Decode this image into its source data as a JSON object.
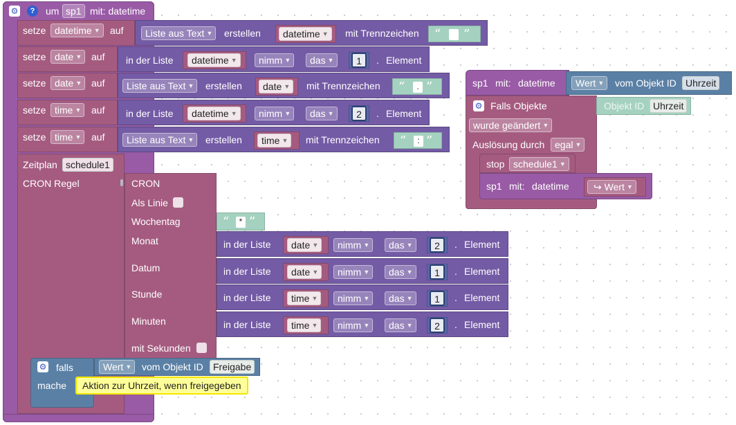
{
  "colors": {
    "procedure": "#995ba5",
    "variable": "#a55b80",
    "list": "#745ba5",
    "text": "#a5d2c0",
    "control": "#5b80a5",
    "math": "#5b67a5",
    "comment": "#ffff99"
  },
  "main_function": {
    "header_prefix": "um",
    "name": "sp1",
    "header_suffix": "mit: datetime",
    "rows": [
      {
        "setze": "setze",
        "var": "datetime",
        "auf": "auf",
        "op": "Liste aus Text",
        "erstellen": "erstellen",
        "source": "datetime",
        "trenn": "mit Trennzeichen",
        "delim": " "
      },
      {
        "setze": "setze",
        "var": "date",
        "auf": "auf",
        "in_list": "in der Liste",
        "source": "datetime",
        "nimm": "nimm",
        "das": "das",
        "index": "1",
        "element": "Element"
      },
      {
        "setze": "setze",
        "var": "date",
        "auf": "auf",
        "op": "Liste aus Text",
        "erstellen": "erstellen",
        "source": "date",
        "trenn": "mit Trennzeichen",
        "delim": "."
      },
      {
        "setze": "setze",
        "var": "time",
        "auf": "auf",
        "in_list": "in der Liste",
        "source": "datetime",
        "nimm": "nimm",
        "das": "das",
        "index": "2",
        "element": "Element"
      },
      {
        "setze": "setze",
        "var": "time",
        "auf": "auf",
        "op": "Liste aus Text",
        "erstellen": "erstellen",
        "source": "time",
        "trenn": "mit Trennzeichen",
        "delim": ":"
      }
    ],
    "schedule_label": "Zeitplan",
    "schedule_name": "schedule1",
    "cron_label": "CRON Regel",
    "cron": {
      "title": "CRON",
      "as_line": "Als Linie",
      "weekday_label": "Wochentag",
      "weekday_value": "*",
      "fields": [
        {
          "label": "Monat",
          "in_list": "in der Liste",
          "source": "date",
          "nimm": "nimm",
          "das": "das",
          "index": "2",
          "element": "Element"
        },
        {
          "label": "Datum",
          "in_list": "in der Liste",
          "source": "date",
          "nimm": "nimm",
          "das": "das",
          "index": "1",
          "element": "Element"
        },
        {
          "label": "Stunde",
          "in_list": "in der Liste",
          "source": "time",
          "nimm": "nimm",
          "das": "das",
          "index": "1",
          "element": "Element"
        },
        {
          "label": "Minuten",
          "in_list": "in der Liste",
          "source": "time",
          "nimm": "nimm",
          "das": "das",
          "index": "2",
          "element": "Element"
        }
      ],
      "seconds_label": "mit Sekunden"
    },
    "if_block": {
      "falls": "falls",
      "value": "Wert",
      "object_id_label": "vom Objekt ID",
      "object_id": "Freigabe",
      "mache": "mache",
      "comment": "Aktion zur Uhrzeit, wenn freigegeben"
    }
  },
  "trigger_group": {
    "call": {
      "name": "sp1",
      "param": "mit:",
      "param_name": "datetime",
      "value": "Wert",
      "object_id_label": "vom Objekt ID",
      "object_id": "Uhrzeit"
    },
    "trigger": {
      "title": "Falls Objekte",
      "object_id_label": "Objekt ID",
      "object_id": "Uhrzeit",
      "condition": "wurde geändert",
      "trigger_by_label": "Auslösung durch",
      "trigger_by": "egal"
    },
    "stop": {
      "label": "stop",
      "name": "schedule1"
    },
    "call2": {
      "name": "sp1",
      "param": "mit:",
      "param_name": "datetime",
      "value_icon": "↪",
      "value": "Wert"
    }
  }
}
